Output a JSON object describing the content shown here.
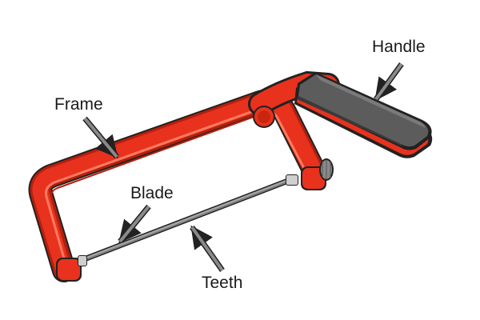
{
  "labels": {
    "handle": "Handle",
    "frame": "Frame",
    "blade": "Blade",
    "teeth": "Teeth"
  },
  "colors": {
    "frame_red": "#e8321e",
    "frame_dark": "#b3200f",
    "frame_light": "#ff6a4d",
    "handle_grey": "#5a5a5a",
    "handle_dark": "#3a3a3a",
    "blade_grey": "#9a9a9a",
    "arrow_grey": "#8a8a8a"
  }
}
